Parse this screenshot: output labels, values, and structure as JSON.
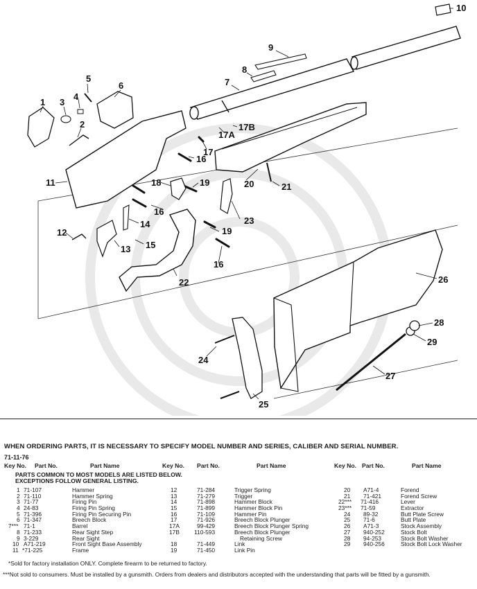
{
  "callouts": [
    "1",
    "2",
    "3",
    "4",
    "5",
    "6",
    "7",
    "8",
    "9",
    "10",
    "11",
    "12",
    "13",
    "14",
    "15",
    "16",
    "16",
    "16",
    "17",
    "17A",
    "17B",
    "18",
    "19",
    "19",
    "20",
    "21",
    "22",
    "23",
    "24",
    "25",
    "26",
    "27",
    "28",
    "29"
  ],
  "ordering_notice": "WHEN ORDERING PARTS, IT IS NECESSARY TO SPECIFY MODEL NUMBER AND SERIES, CALIBER AND SERIAL NUMBER.",
  "code": "71-11-76",
  "headers": {
    "key_no": "Key No.",
    "part_no": "Part No.",
    "part_name": "Part Name"
  },
  "intro": [
    "PARTS COMMON TO MOST MODELS ARE LISTED BELOW.",
    "EXCEPTIONS FOLLOW GENERAL LISTING."
  ],
  "columns": [
    [
      {
        "key": "1",
        "part": "71-107",
        "name": "Hammer"
      },
      {
        "key": "2",
        "part": "71-110",
        "name": "Hammer Spring"
      },
      {
        "key": "3",
        "part": "71-77",
        "name": "Firing Pin"
      },
      {
        "key": "4",
        "part": "24-83",
        "name": "Firing Pin Spring"
      },
      {
        "key": "5",
        "part": "71-396",
        "name": "Firing Pin Securing Pin"
      },
      {
        "key": "6",
        "part": "71-347",
        "name": "Breech Block"
      },
      {
        "key": "7***",
        "part": "71-1",
        "name": "Barrel"
      },
      {
        "key": "8",
        "part": "71-233",
        "name": "Rear Sight Step"
      },
      {
        "key": "9",
        "part": "3-229",
        "name": "Rear Sight"
      },
      {
        "key": "10",
        "part": "A71-219",
        "name": "Front Sight Base Assembly"
      },
      {
        "key": "11",
        "part": "*71-225",
        "name": "Frame"
      }
    ],
    [
      {
        "key": "12",
        "part": "71-284",
        "name": "Trigger Spring"
      },
      {
        "key": "13",
        "part": "71-279",
        "name": "Trigger"
      },
      {
        "key": "14",
        "part": "71-898",
        "name": "Hammer Block"
      },
      {
        "key": "15",
        "part": "71-899",
        "name": "Hammer Block Pin"
      },
      {
        "key": "16",
        "part": "71-109",
        "name": "Hammer Pin"
      },
      {
        "key": "17",
        "part": "71-926",
        "name": "Breech Block Plunger"
      },
      {
        "key": "17A",
        "part": "99-429",
        "name": "Breech Block Plunger Spring"
      },
      {
        "key": "17B",
        "part": "110-593",
        "name": "Breech Block Plunger"
      },
      {
        "key": "",
        "part": "",
        "name": "Retaining Screw"
      },
      {
        "key": "18",
        "part": "71-449",
        "name": "Link"
      },
      {
        "key": "19",
        "part": "71-450",
        "name": "Link Pin"
      }
    ],
    [
      {
        "key": "20",
        "part": "A71-4",
        "name": "Forend"
      },
      {
        "key": "21",
        "part": "71-421",
        "name": "Forend Screw"
      },
      {
        "key": "22***",
        "part": "71-416",
        "name": "Lever"
      },
      {
        "key": "23***",
        "part": "71-59",
        "name": "Extractor"
      },
      {
        "key": "24",
        "part": "89-32",
        "name": "Butt Plate Screw"
      },
      {
        "key": "25",
        "part": "71-6",
        "name": "Butt Plate"
      },
      {
        "key": "26",
        "part": "A71-3",
        "name": "Stock Assembly"
      },
      {
        "key": "27",
        "part": "940-252",
        "name": "Stock Bolt"
      },
      {
        "key": "28",
        "part": "94-253",
        "name": "Stock Bolt Washer"
      },
      {
        "key": "29",
        "part": "940-256",
        "name": "Stock Bolt Lock Washer"
      }
    ]
  ],
  "notes": [
    "*Sold for factory installation ONLY. Complete firearm to be returned to factory.",
    "***Not sold to consumers. Must be installed by a gunsmith. Orders from dealers and distributors accepted with the understanding that parts will be fitted by a gunsmith."
  ]
}
